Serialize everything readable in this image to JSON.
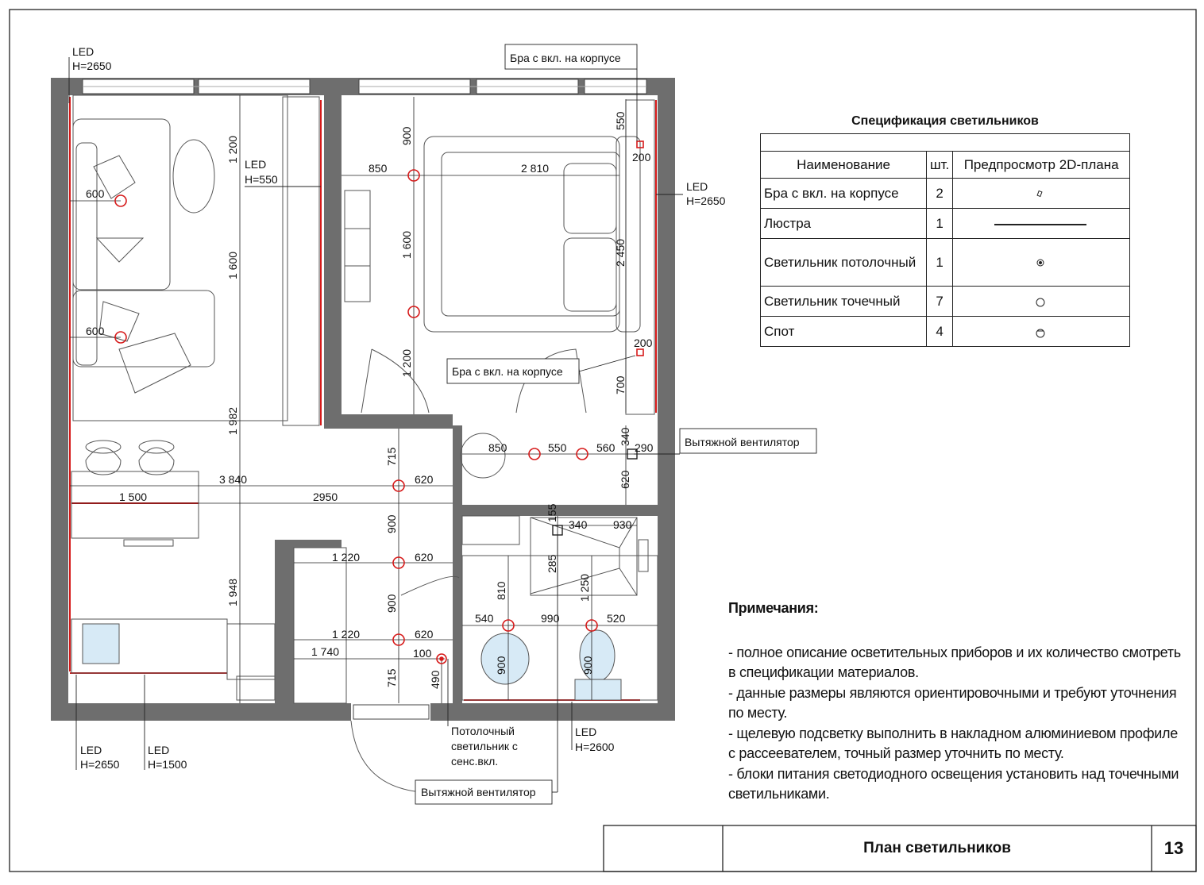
{
  "sheet": {
    "title": "План светильников",
    "page": "13"
  },
  "spec": {
    "title": "Спецификация светильников",
    "headers": {
      "name": "Наименование",
      "qty": "шт.",
      "preview": "Предпросмотр 2D-плана"
    },
    "rows": [
      {
        "name": "Бра с вкл. на корпусе",
        "qty": "2",
        "icon": "sconce-icon"
      },
      {
        "name": "Люстра",
        "qty": "1",
        "icon": "chandelier-icon"
      },
      {
        "name": "Светильник потолочный",
        "qty": "1",
        "icon": "ceiling-light-icon"
      },
      {
        "name": "Светильник точечный",
        "qty": "7",
        "icon": "spotlight-icon"
      },
      {
        "name": "Спот",
        "qty": "4",
        "icon": "spot-icon"
      }
    ]
  },
  "notes": {
    "title": "Примечания:",
    "items": [
      "- полное описание осветительных приборов и их количество смотреть в спецификации материалов.",
      "- данные размеры являются ориентировочными и требуют уточнения по месту.",
      "- щелевую подсветку выполнить в накладном алюминиевом профиле с рассеевателем, точный размер уточнить по месту.",
      "- блоки питания светодиодного освещения установить над точечными светильниками."
    ]
  },
  "callouts": {
    "sconce": "Бра с вкл. на корпусе",
    "fan": "Вытяжной вентилятор",
    "ceiling1": "Потолочный",
    "ceiling2": "светильник с",
    "ceiling3": "сенс.вкл.",
    "led": "LED",
    "h2650": "H=2650",
    "h550": "H=550",
    "h1500": "H=1500",
    "h2600": "H=2600"
  },
  "dims": {
    "d1200": "1 200",
    "d1600": "1 600",
    "d1982": "1 982",
    "d1948": "1 948",
    "d600": "600",
    "d850": "850",
    "d2810": "2 810",
    "d900": "900",
    "d550": "550",
    "d200": "200",
    "d2450": "2 450",
    "d700": "700",
    "d715": "715",
    "d620": "620",
    "d3840": "3 840",
    "d1500": "1 500",
    "d2950": "2950",
    "d560": "560",
    "d340": "340",
    "d290": "290",
    "d155": "155",
    "d930": "930",
    "d285": "285",
    "d810": "810",
    "d1250": "1 250",
    "d540": "540",
    "d990": "990",
    "d520": "520",
    "d1220": "1 220",
    "d1740": "1 740",
    "d100": "100",
    "d490": "490"
  },
  "colors": {
    "wall": "#6e6e6e",
    "light": "#d61a1a",
    "line": "#222222"
  }
}
